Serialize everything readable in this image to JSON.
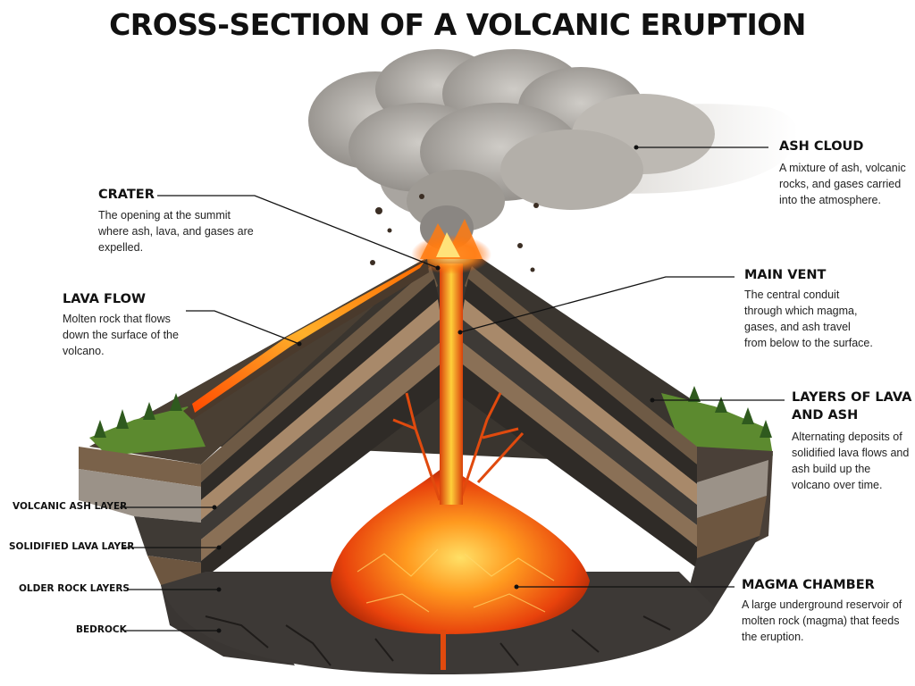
{
  "title": "CROSS-SECTION OF A VOLCANIC ERUPTION",
  "labels": {
    "ash_cloud": {
      "heading": "ASH CLOUD",
      "description": "A mixture of ash, volcanic rocks, and gases carried into the atmosphere."
    },
    "crater": {
      "heading": "CRATER",
      "description": "The opening at the summit where ash, lava, and gases are expelled."
    },
    "lava_flow": {
      "heading": "LAVA FLOW",
      "description": "Molten rock that flows down the surface of the volcano."
    },
    "main_vent": {
      "heading": "MAIN VENT",
      "description": "The central conduit through which magma, gases, and ash travel from below to the surface."
    },
    "layers": {
      "heading_line1": "LAYERS OF LAVA",
      "heading_line2": "AND ASH",
      "description": "Alternating deposits of solidified lava flows and ash build up the volcano over time."
    },
    "magma_chamber": {
      "heading": "MAGMA CHAMBER",
      "description": "A large underground reservoir of molten rock (magma) that feeds the eruption."
    },
    "volcanic_ash_layer": "VOLCANIC ASH LAYER",
    "solidified_lava_layer": "SOLIDIFIED LAVA LAYER",
    "older_rock_layers": "OLDER ROCK LAYERS",
    "bedrock": "BEDROCK"
  },
  "colors": {
    "lava": "#ff6a00",
    "magma_core": "#ffd23c",
    "ash_cloud": "#bdbab5",
    "rock_dark": "#3e3a36",
    "rock_tan": "#a8896a",
    "grass": "#5c8a2f"
  }
}
